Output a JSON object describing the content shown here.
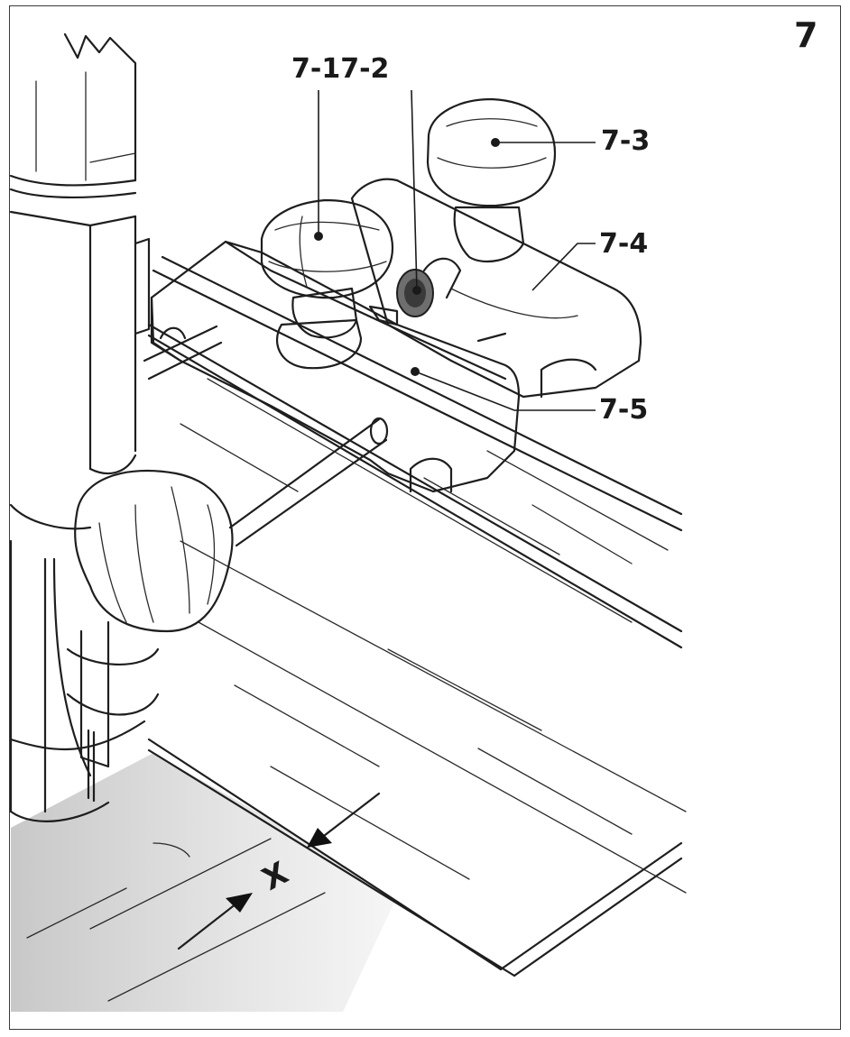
{
  "figure": {
    "number": "7",
    "callouts": {
      "c1": "7-17-2",
      "c2": "7-3",
      "c3": "7-4",
      "c4": "7-5"
    },
    "dimension_label": "X",
    "colors": {
      "line": "#1e1e1e",
      "highlight_part": "#bdbdbd",
      "shadow": "#d4d4d4",
      "background": "#ffffff"
    }
  }
}
